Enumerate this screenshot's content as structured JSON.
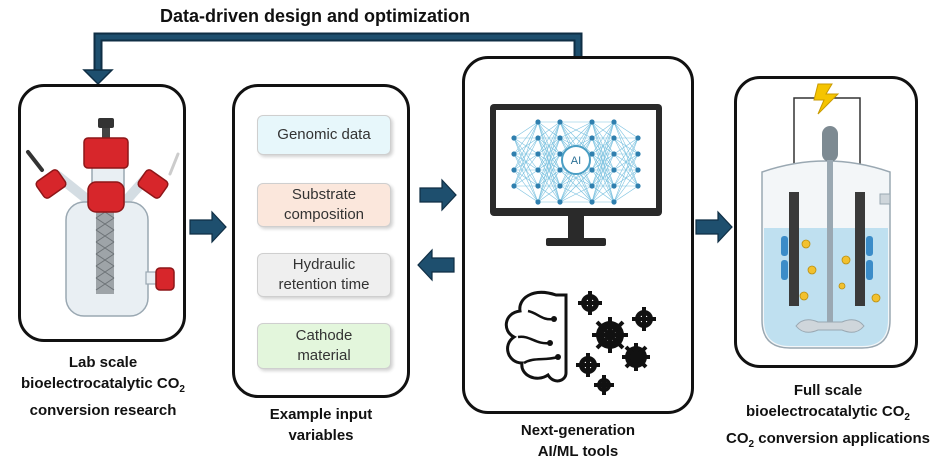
{
  "title": "Data-driven design and optimization",
  "lab": {
    "line1": "Lab scale",
    "line2_pre": "bioelectrocatalytic CO",
    "line2_sub": "2",
    "line3": "conversion research"
  },
  "inputs": {
    "caption_line1": "Example input",
    "caption_line2": "variables",
    "items": [
      {
        "line1": "Genomic data",
        "line2": "",
        "color": "#e7f7fb"
      },
      {
        "line1": "Substrate",
        "line2": "composition",
        "color": "#fbe7dc"
      },
      {
        "line1": "Hydraulic",
        "line2": "retention time",
        "color": "#efefef"
      },
      {
        "line1": "Cathode",
        "line2": "material",
        "color": "#e3f6dc"
      }
    ]
  },
  "ai": {
    "monitor_label": "AI",
    "caption_line1": "Next-generation",
    "caption_line2": "AI/ML tools"
  },
  "full": {
    "line1": "Full scale",
    "line2_pre": "bioelectrocatalytic CO",
    "line2_sub": "2",
    "line3_pre": "CO",
    "line3_sub": "2",
    "line3_post": " conversion applications"
  },
  "colors": {
    "arrow": "#1e4f6e",
    "bolt": "#f5c400",
    "cap_red": "#d7262b",
    "liquid": "#bfe0f0",
    "particle": "#f2c12e"
  }
}
